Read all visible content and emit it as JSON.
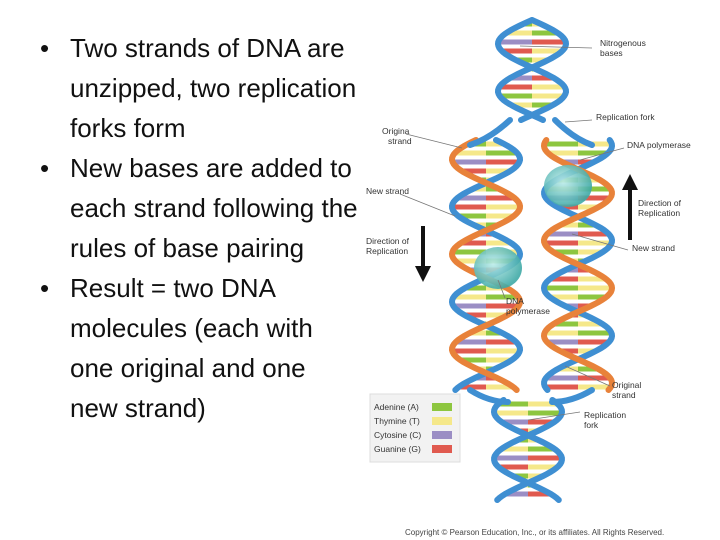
{
  "bullets": [
    "Two strands of DNA are unzipped, two replication forks form",
    "New bases are added to each strand following the rules of base pairing",
    "Result = two DNA molecules (each with one original and one new strand)"
  ],
  "diagram": {
    "labels": {
      "nitrogenous_bases": [
        "Nitrogenous",
        "bases"
      ],
      "replication_fork_top": "Replication fork",
      "original_strand_left": [
        "Origina",
        "strand"
      ],
      "dna_polymerase_right": "DNA polymerase",
      "new_strand_left": "New strand",
      "direction_right": [
        "Direction of",
        "Replication"
      ],
      "direction_left": [
        "Direction of",
        "Replication"
      ],
      "new_strand_right": "New strand",
      "dna_polymerase_left": [
        "DNA",
        "polymerase"
      ],
      "original_strand_bottom": [
        "Original",
        "strand"
      ],
      "replication_fork_bottom": [
        "Replication",
        "fork"
      ]
    },
    "key": [
      {
        "label": "Adenine (A)",
        "color": "#8dc63f"
      },
      {
        "label": "Thymine (T)",
        "color": "#f5e88a"
      },
      {
        "label": "Cytosine (C)",
        "color": "#9b8ec4"
      },
      {
        "label": "Guanine (G)",
        "color": "#e05a4f"
      }
    ],
    "colors": {
      "backbone_blue": "#3f8fd2",
      "backbone_orange": "#e8823a",
      "polymerase": "#5fc1c0"
    }
  },
  "copyright": "Copyright © Pearson Education, Inc., or its affiliates. All Rights Reserved."
}
